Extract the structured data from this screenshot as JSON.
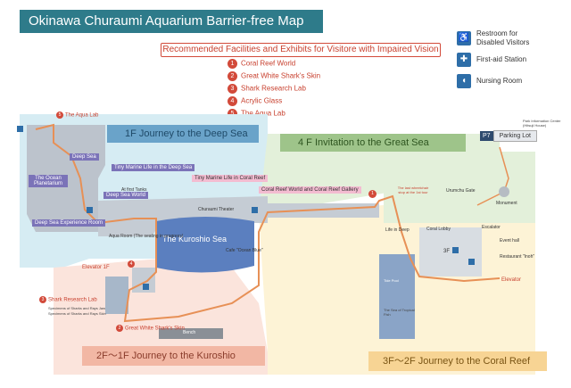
{
  "title": "Okinawa Churaumi Aquarium Barrier-free Map",
  "recommended": {
    "heading": "Recommended Facilities and Exhibits for Visitore with Impaired Vision",
    "items": [
      {
        "num": "1",
        "label": "Coral Reef World"
      },
      {
        "num": "2",
        "label": "Great White Shark's Skin"
      },
      {
        "num": "3",
        "label": "Shark Research Lab"
      },
      {
        "num": "4",
        "label": "Acrylic Glass"
      },
      {
        "num": "5",
        "label": "The Aqua Lab"
      }
    ]
  },
  "legend": [
    {
      "icon": "wheelchair-icon",
      "glyph": "♿",
      "label_line1": "Restroom for",
      "label_line2": "Disabled Visitors"
    },
    {
      "icon": "first-aid-icon",
      "glyph": "✚",
      "label_line1": "First-aid Station",
      "label_line2": ""
    },
    {
      "icon": "nursing-bottle-icon",
      "glyph": "🍼",
      "label_line1": "Nursing Room",
      "label_line2": ""
    }
  ],
  "floors": {
    "f1": "1F  Journey to the Deep Sea",
    "f4": "4 F  Invitation to the Great Sea",
    "f2to1": "2F～1F  Journey to the Kuroshio",
    "f3to2": "3F～2F  Journey to the Coral Reef"
  },
  "parking": {
    "badge": "P7",
    "label": "Parking Lot",
    "info": "Park Information Center (Hitsuji House)"
  },
  "exhibits": {
    "aqua_lab": "The Aqua Lab",
    "deep_sea": "Deep Sea",
    "tiny_marine_deep": "Tiny Marine Life in the Deep Sea",
    "ocean_planetarium": "The Ocean Planetarium",
    "deep_sea_world": "Deep Sea World",
    "deep_sea_experience": "Deep Sea Experience Room",
    "tiny_marine_coral": "Tiny Marine Life in Coral Reef",
    "coral_gallery": "Coral Reef World and Coral Reef Gallery",
    "kuroshio": "The Kuroshio Sea",
    "churaumi_theater": "Churaumi Theater",
    "cafe": "Cafe \"Ocean Blue\"",
    "shark_lab": "Shark Research Lab",
    "shark_lab_sub": "Specimens of Sharks and Rays Jaw",
    "shark_lab_sub2": "Specimens of Sharks and Rays Skin",
    "great_white": "Great White Shark's Skin",
    "bench": "Bench",
    "life_in_deep": "Life in Deep",
    "coral_lobby": "Coral Lobby",
    "urumchu_gate": "Urumchu Gate",
    "monument": "Monument",
    "event_hall": "Event hall",
    "restaurant": "Restaurant \"Inoh\"",
    "elevator": "Elevator",
    "elevator_1f": "Elevator 1F",
    "escalator": "Escalator",
    "tide_pool": "Tide Pool",
    "sea_of_tropical": "The Sea of Tropical Fish",
    "three_f": "3F",
    "last_stop": "The last wheelchair stop at the 1st tour",
    "aqua_room": "Aqua Room (The seating in progress)",
    "at_first": "At first Tanks"
  }
}
